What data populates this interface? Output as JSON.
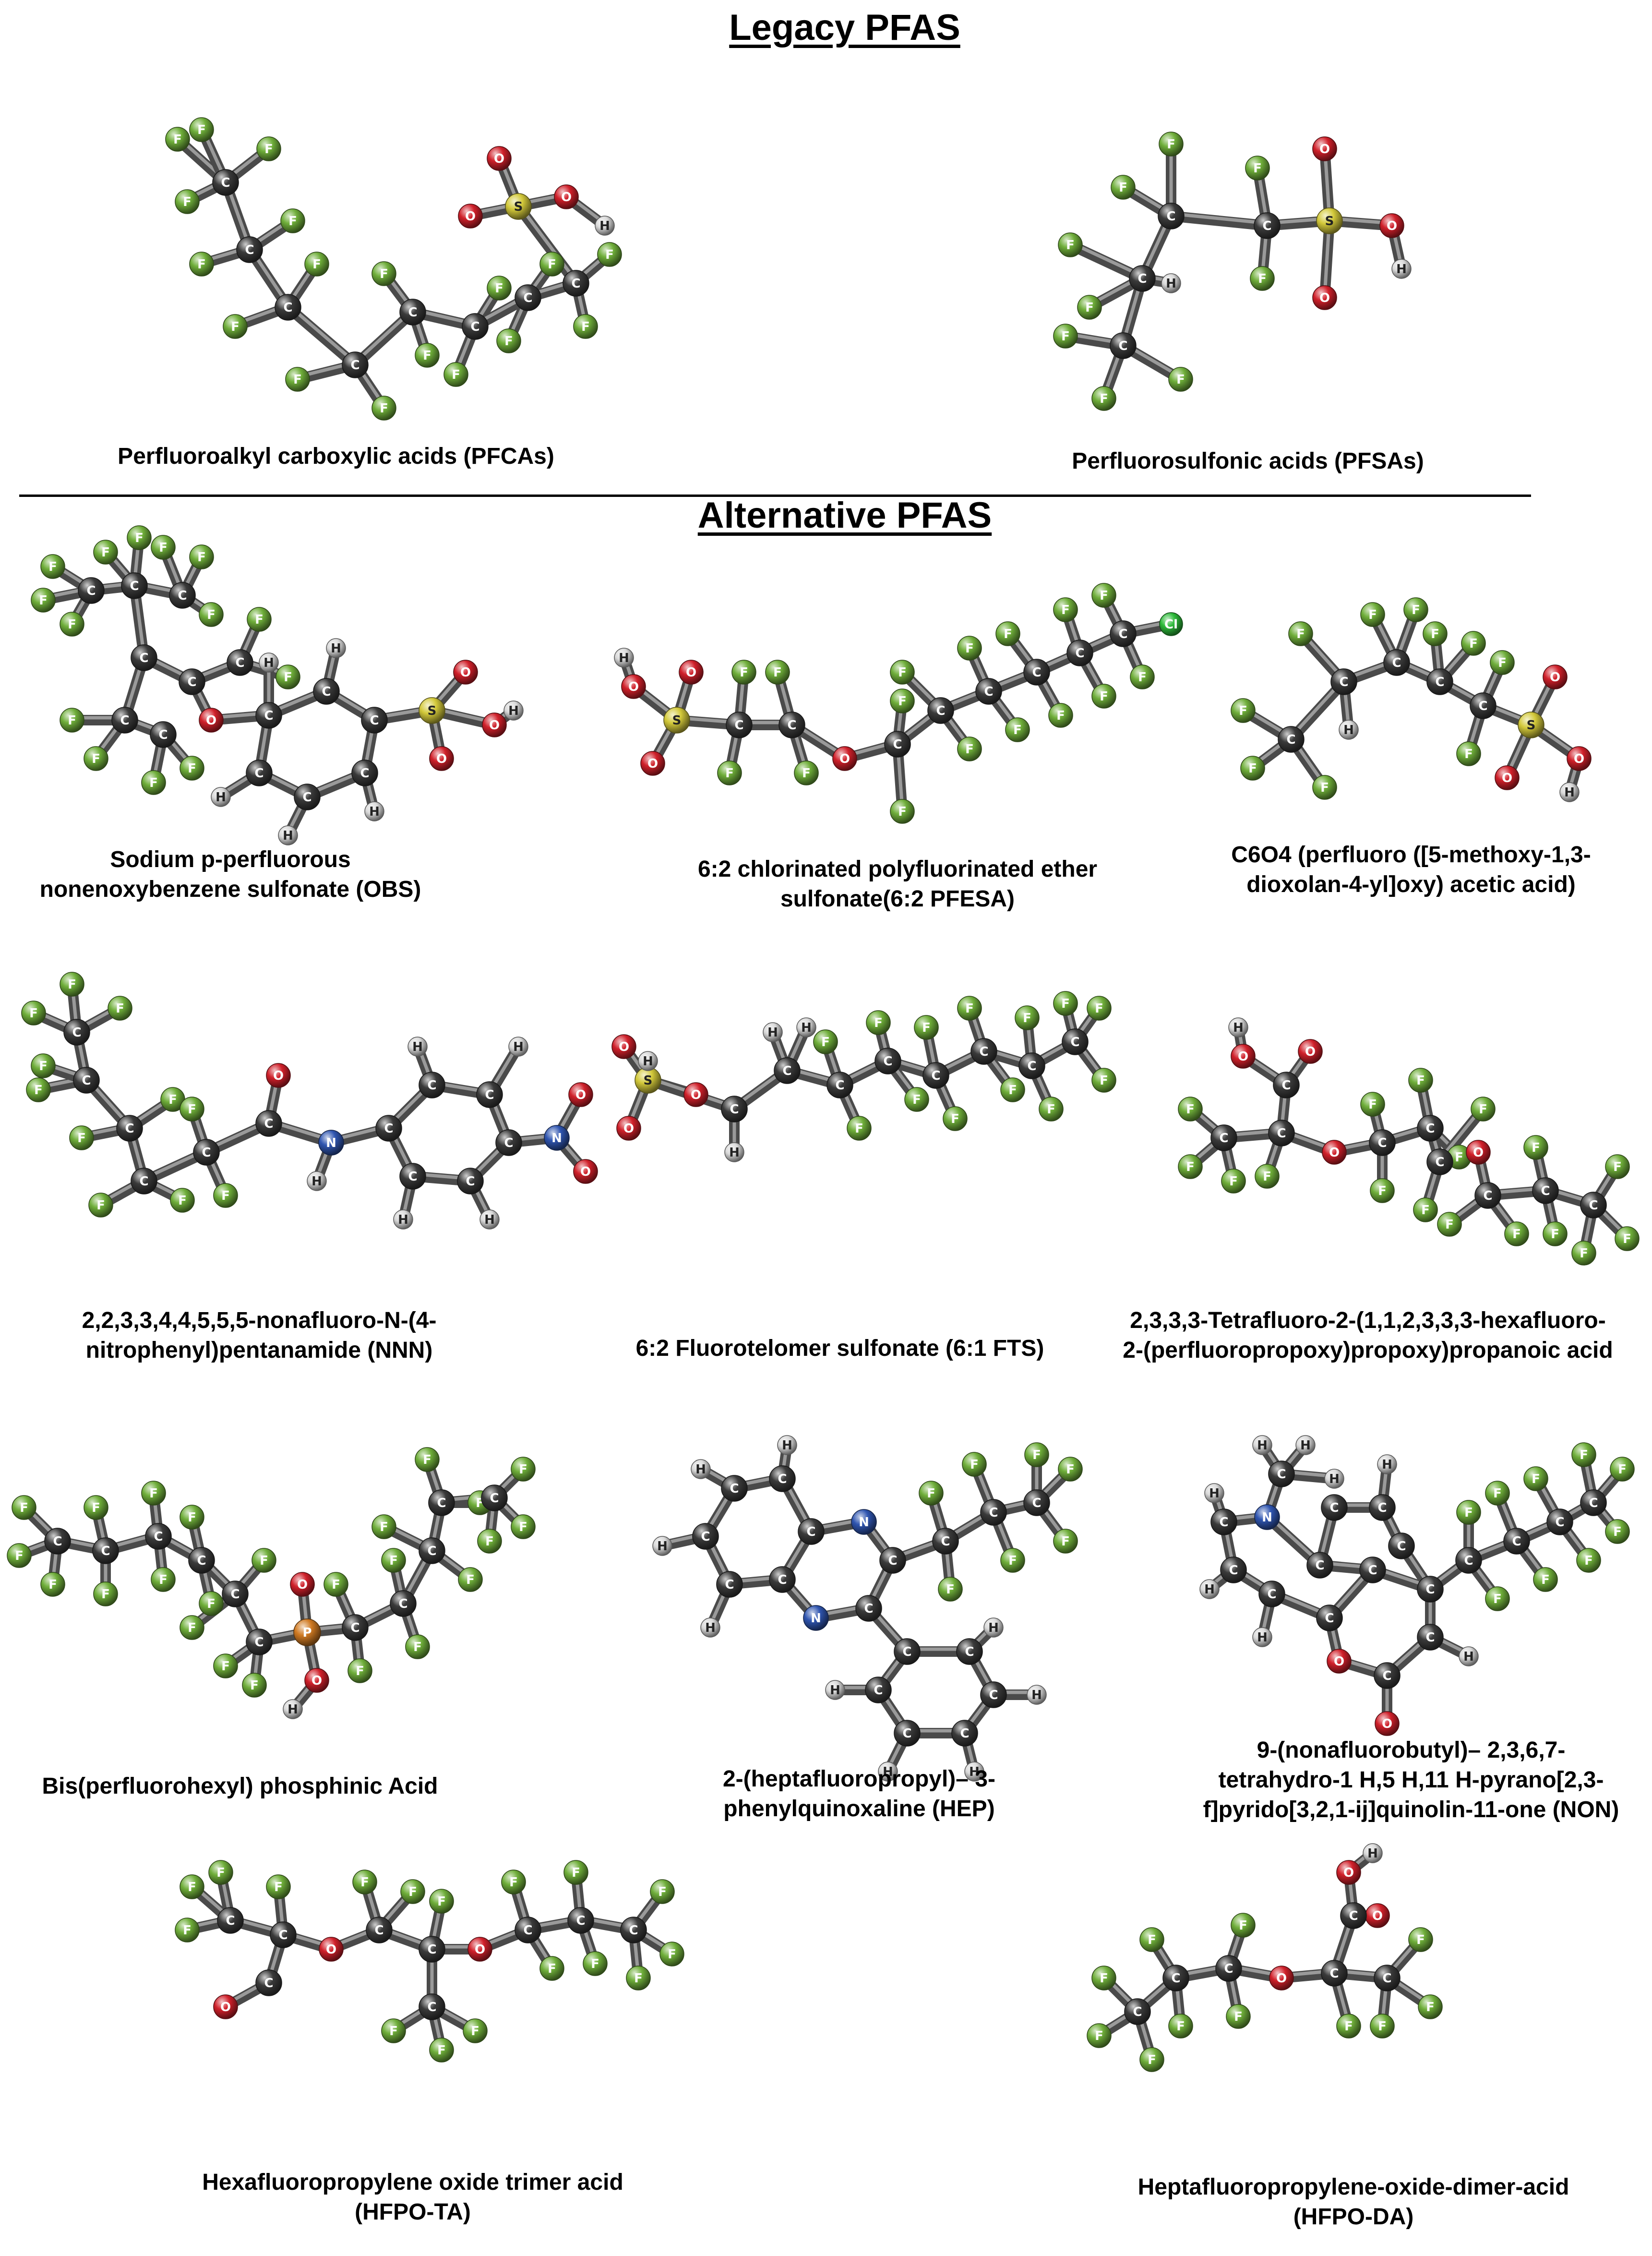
{
  "headings": {
    "legacy": "Legacy PFAS",
    "alternative": "Alternative PFAS"
  },
  "colors": {
    "C": "#3a3a3a",
    "F": "#6fae3a",
    "O": "#d0202a",
    "S": "#d3c93a",
    "H": "#d9d9d9",
    "N": "#2f55b0",
    "P": "#d07a22",
    "Cl": "#2dbb3a",
    "bond": "#4a4a4a"
  },
  "atom_labels": {
    "C": "C",
    "F": "F",
    "O": "O",
    "S": "S",
    "H": "H",
    "N": "N",
    "P": "P",
    "Cl": "Cl"
  },
  "molecules": [
    {
      "id": "pfcas",
      "caption": "Perfluoroalkyl carboxylic acids (PFCAs)"
    },
    {
      "id": "pfsas",
      "caption": "Perfluorosulfonic acids (PFSAs)"
    },
    {
      "id": "obs",
      "caption": "Sodium p-perfluorous\nnonenoxybenzene sulfonate (OBS)"
    },
    {
      "id": "pfesa",
      "caption": "6:2 chlorinated polyfluorinated ether\nsulfonate(6:2 PFESA)"
    },
    {
      "id": "c6o4",
      "caption": "C6O4 (perfluoro ([5-methoxy-1,3-\ndioxolan-4-yl]oxy) acetic acid)"
    },
    {
      "id": "nnn",
      "caption": "2,2,3,3,4,4,5,5,5-nonafluoro-N-(4-\nnitrophenyl)pentanamide (NNN)"
    },
    {
      "id": "fts",
      "caption": "6:2 Fluorotelomer sulfonate (6:1 FTS)"
    },
    {
      "id": "tetrafluoro",
      "caption": "2,3,3,3-Tetrafluoro-2-(1,1,2,3,3,3-hexafluoro-\n2-(perfluoropropoxy)propoxy)propanoic acid"
    },
    {
      "id": "bis",
      "caption": "Bis(perfluorohexyl) phosphinic Acid"
    },
    {
      "id": "hep",
      "caption": "2-(heptafluoropropyl)– 3-\nphenylquinoxaline (HEP)"
    },
    {
      "id": "non",
      "caption": "9-(nonafluorobutyl)– 2,3,6,7-\ntetrahydro-1 H,5 H,11 H-pyrano[2,3-\nf]pyrido[3,2,1-ij]quinolin-11-one (NON)"
    },
    {
      "id": "hfpota",
      "caption": "Hexafluoropropylene oxide trimer acid\n(HFPO-TA)"
    },
    {
      "id": "hfpoda",
      "caption": "Heptafluoropropylene-oxide-dimer-acid\n(HFPO-DA)"
    }
  ]
}
